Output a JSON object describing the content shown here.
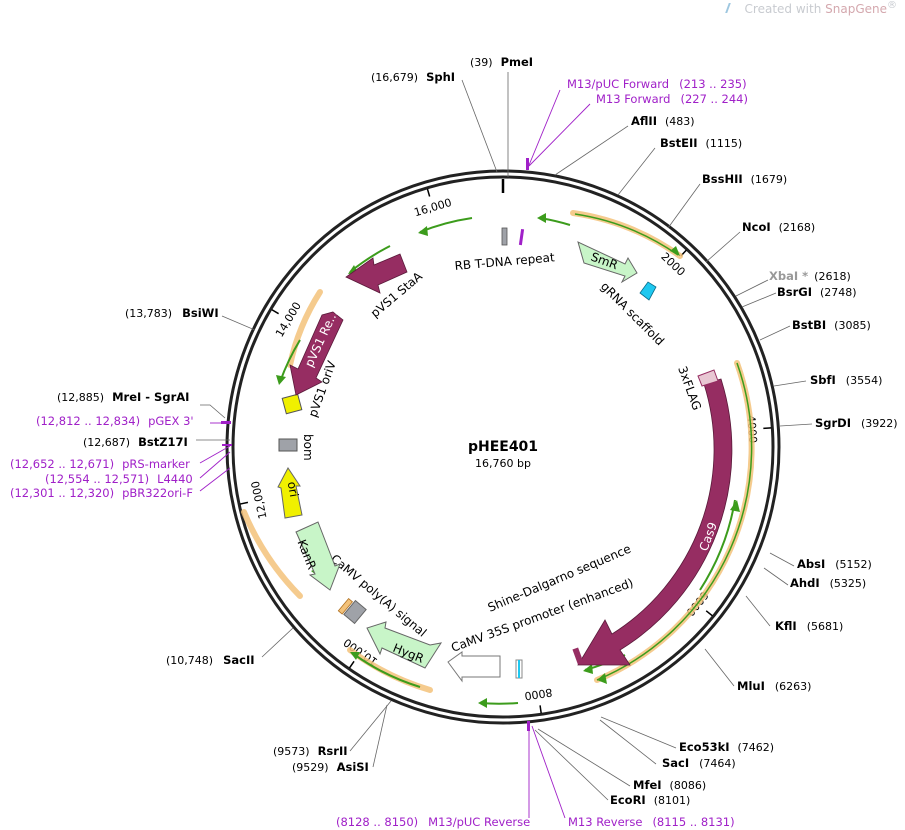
{
  "watermark": {
    "prefix": "Created with",
    "brand": "SnapGene",
    "mark": "®"
  },
  "plasmid": {
    "name": "pHEE401",
    "length_label": "16,760 bp",
    "length": 16760
  },
  "ticks": [
    {
      "bp": 2000,
      "label": "2000"
    },
    {
      "bp": 4000,
      "label": "4000"
    },
    {
      "bp": 6000,
      "label": "6000"
    },
    {
      "bp": 8000,
      "label": "8000"
    },
    {
      "bp": 10000,
      "label": "10,000"
    },
    {
      "bp": 12000,
      "label": "12,000"
    },
    {
      "bp": 14000,
      "label": "14,000"
    },
    {
      "bp": 16000,
      "label": "16,000"
    }
  ],
  "sites": [
    {
      "name": "PmeI",
      "pos": "(39)",
      "bp": 39,
      "side": "top",
      "grey": false
    },
    {
      "name": "SphI",
      "pos": "(16,679)",
      "bp": 16679,
      "side": "top",
      "grey": false
    },
    {
      "name": "AflII",
      "pos": "(483)",
      "bp": 483,
      "side": "right",
      "grey": false
    },
    {
      "name": "BstEII",
      "pos": "(1115)",
      "bp": 1115,
      "side": "right",
      "grey": false
    },
    {
      "name": "BssHII",
      "pos": "(1679)",
      "bp": 1679,
      "side": "right",
      "grey": false
    },
    {
      "name": "NcoI",
      "pos": "(2168)",
      "bp": 2168,
      "side": "right",
      "grey": false
    },
    {
      "name": "XbaI *",
      "pos": "(2618)",
      "bp": 2618,
      "side": "right",
      "grey": true
    },
    {
      "name": "BsrGI",
      "pos": "(2748)",
      "bp": 2748,
      "side": "right",
      "grey": false
    },
    {
      "name": "BstBI",
      "pos": "(3085)",
      "bp": 3085,
      "side": "right",
      "grey": false
    },
    {
      "name": "SbfI",
      "pos": "(3554)",
      "bp": 3554,
      "side": "right",
      "grey": false
    },
    {
      "name": "SgrDI",
      "pos": "(3922)",
      "bp": 3922,
      "side": "right",
      "grey": false
    },
    {
      "name": "AbsI",
      "pos": "(5152)",
      "bp": 5152,
      "side": "right",
      "grey": false
    },
    {
      "name": "AhdI",
      "pos": "(5325)",
      "bp": 5325,
      "side": "right",
      "grey": false
    },
    {
      "name": "KflI",
      "pos": "(5681)",
      "bp": 5681,
      "side": "right",
      "grey": false
    },
    {
      "name": "MluI",
      "pos": "(6263)",
      "bp": 6263,
      "side": "right",
      "grey": false
    },
    {
      "name": "Eco53kI",
      "pos": "(7462)",
      "bp": 7462,
      "side": "right",
      "grey": false
    },
    {
      "name": "SacI",
      "pos": "(7464)",
      "bp": 7464,
      "side": "right",
      "grey": false
    },
    {
      "name": "MfeI",
      "pos": "(8086)",
      "bp": 8086,
      "side": "right",
      "grey": false
    },
    {
      "name": "EcoRI",
      "pos": "(8101)",
      "bp": 8101,
      "side": "right",
      "grey": false
    },
    {
      "name": "RsrII",
      "pos": "(9573)",
      "bp": 9573,
      "side": "left",
      "grey": false
    },
    {
      "name": "AsiSI",
      "pos": "(9529)",
      "bp": 9529,
      "side": "left",
      "grey": false
    },
    {
      "name": "SacII",
      "pos": "(10,748)",
      "bp": 10748,
      "side": "left",
      "grey": false
    },
    {
      "name": "BstZ17I",
      "pos": "(12,687)",
      "bp": 12687,
      "side": "left",
      "grey": false
    },
    {
      "name": "MreI  -  SgrAI",
      "pos": "(12,885)",
      "bp": 12885,
      "side": "left",
      "grey": false
    },
    {
      "name": "BsiWI",
      "pos": "(13,783)",
      "bp": 13783,
      "side": "left",
      "grey": false
    }
  ],
  "primers": [
    {
      "name": "M13/pUC Forward",
      "range": "(213 .. 235)"
    },
    {
      "name": "M13 Forward",
      "range": "(227 .. 244)"
    },
    {
      "name": "M13/pUC Reverse",
      "range": "(8128 .. 8150)"
    },
    {
      "name": "M13 Reverse",
      "range": "(8115 .. 8131)"
    },
    {
      "name": "pGEX 3'",
      "range": "(12,812 .. 12,834)"
    },
    {
      "name": "pRS-marker",
      "range": "(12,652 .. 12,671)"
    },
    {
      "name": "L4440",
      "range": "(12,554 .. 12,571)"
    },
    {
      "name": "pBR322ori-F",
      "range": "(12,301 .. 12,320)"
    }
  ],
  "features": {
    "rb": "RB T-DNA repeat",
    "smr": "SmR",
    "grna": "gRNA scaffold",
    "flag": "3xFLAG",
    "cas9": "Cas9",
    "sd": "Shine-Dalgarno sequence",
    "promoter": "CaMV 35S promoter (enhanced)",
    "hygr": "HygR",
    "polya": "CaMV poly(A) signal",
    "kanr": "KanR",
    "ori": "ori",
    "bom": "bom",
    "oriv": "pVS1 oriV",
    "rep": "pVS1 Re...",
    "staa": "pVS1 StaA"
  },
  "colors": {
    "backbone": "#222222",
    "cas9": "#962d62",
    "green_feature": "#c8f5c8",
    "ori_yellow": "#f0f000",
    "orange_glow": "#f3c27a",
    "orf_green": "#3c9c1c",
    "primer": "#a020c8",
    "scaffold": "#1ec8f0",
    "grey_feature": "#9fa2a8"
  }
}
